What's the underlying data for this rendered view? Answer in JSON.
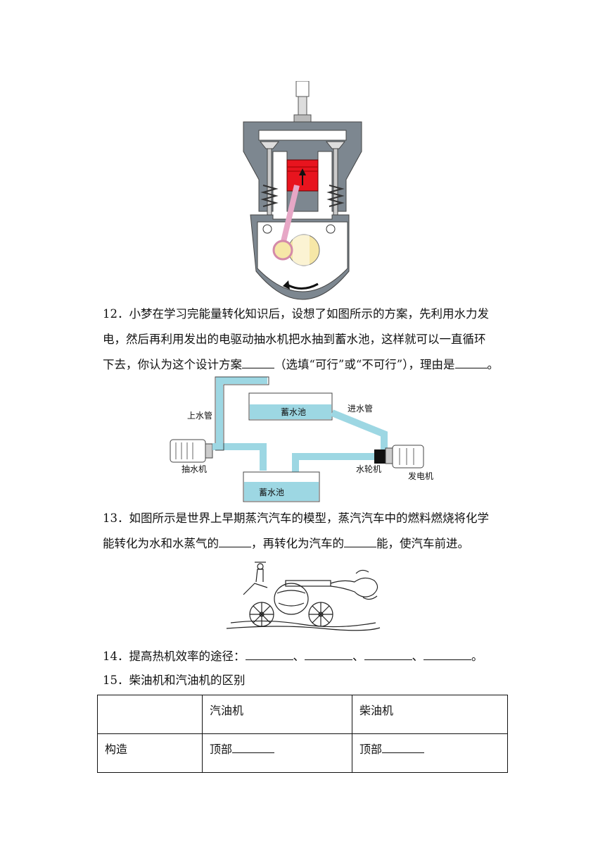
{
  "q12": {
    "line1": "12．小梦在学习完能量转化知识后，设想了如图所示的方案，先利用水力发",
    "line2": "电，然后再利用发出的电驱动抽水机把水抽到蓄水池，这样就可以一直循环",
    "line3_a": "下去，你认为这个设计方案",
    "line3_b": "（选填“可行”或“不可行”），理由是",
    "line3_c": "。",
    "diagram": {
      "upper_pipe": "上水管",
      "upper_tank": "蓄水池",
      "inlet_pipe": "进水管",
      "pump": "抽水机",
      "lower_tank": "蓄水池",
      "turbine": "水轮机",
      "generator": "发电机"
    }
  },
  "q13": {
    "line1": "13．如图所示是世界上早期蒸汽汽车的模型，蒸汽汽车中的燃料燃烧将化学",
    "line2_a": "能转化为水和水蒸气的",
    "line2_b": "，再转化为汽车的",
    "line2_c": "能，使汽车前进。"
  },
  "q14": {
    "text": "14．提高热机效率的途径：",
    "sep": "、",
    "end": "。"
  },
  "q15": {
    "text": "15．柴油机和汽油机的区别",
    "table": {
      "col1": "汽油机",
      "col2": "柴油机",
      "row_label": "构造",
      "cell1": "顶部",
      "cell2": "顶部"
    }
  }
}
